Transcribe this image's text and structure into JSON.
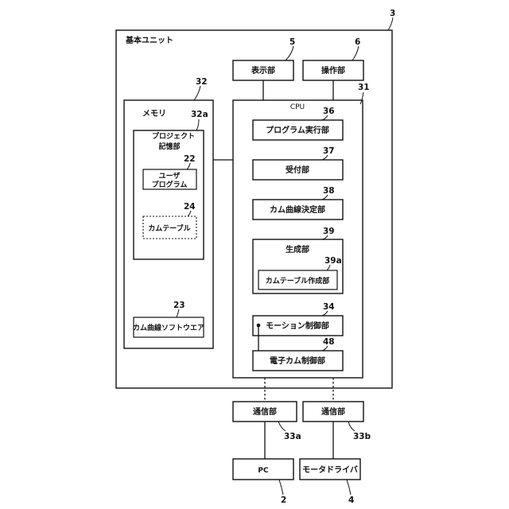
{
  "basic_unit": {
    "label": "基本ユニット",
    "ref": "3"
  },
  "display": {
    "label": "表示部",
    "ref": "5"
  },
  "operation": {
    "label": "操作部",
    "ref": "6"
  },
  "memory": {
    "label": "メモリ",
    "ref": "32",
    "project_storage": {
      "label_line1": "プロジェクト",
      "label_line2": "記憶部",
      "ref": "32a"
    },
    "user_program": {
      "label_line1": "ユーザ",
      "label_line2": "プログラム",
      "ref": "22"
    },
    "cam_table": {
      "label": "カムテーブル",
      "ref": "24"
    },
    "cam_curve_software": {
      "label": "カム曲線ソフトウエア",
      "ref": "23"
    }
  },
  "cpu": {
    "label": "CPU",
    "ref": "31",
    "program_execution": {
      "label": "プログラム実行部",
      "ref": "36"
    },
    "reception": {
      "label": "受付部",
      "ref": "37"
    },
    "cam_curve_determination": {
      "label": "カム曲線決定部",
      "ref": "38"
    },
    "generation": {
      "label": "生成部",
      "ref": "39",
      "cam_table_creation": {
        "label": "カムテーブル作成部",
        "ref": "39a"
      }
    },
    "motion_control": {
      "label": "モーション制御部",
      "ref": "34"
    },
    "electronic_cam_control": {
      "label": "電子カム制御部",
      "ref": "48"
    }
  },
  "comm_a": {
    "label": "通信部",
    "ref": "33a"
  },
  "comm_b": {
    "label": "通信部",
    "ref": "33b"
  },
  "pc": {
    "label": "PC",
    "ref": "2"
  },
  "motor_driver": {
    "label": "モータドライバ",
    "ref": "4"
  }
}
